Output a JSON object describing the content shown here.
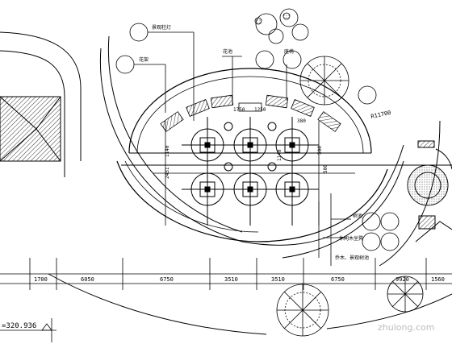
{
  "plan": {
    "radius_label": "R11700",
    "inner_dims": {
      "a": "1750",
      "b": "1250",
      "c": "380",
      "d": "500",
      "e": "2431",
      "f": "1140",
      "g": "1140",
      "h": "500"
    },
    "callouts": {
      "top_left": "景观柱灯",
      "left": "花架",
      "top_mid": "花池",
      "top_right": "座椅",
      "right_1": "树池",
      "right_2": "休闲木坐凳",
      "right_3": "乔木、景观树池"
    },
    "bottom_dims": [
      "1700",
      "6050",
      "6750",
      "3510",
      "3510",
      "6750",
      "9920",
      "1560"
    ],
    "elevation": "=320.936",
    "watermark": "zhulong.com"
  },
  "colors": {
    "line": "#000000",
    "callout_bg": "#000000",
    "callout_text": "#ffffff"
  }
}
